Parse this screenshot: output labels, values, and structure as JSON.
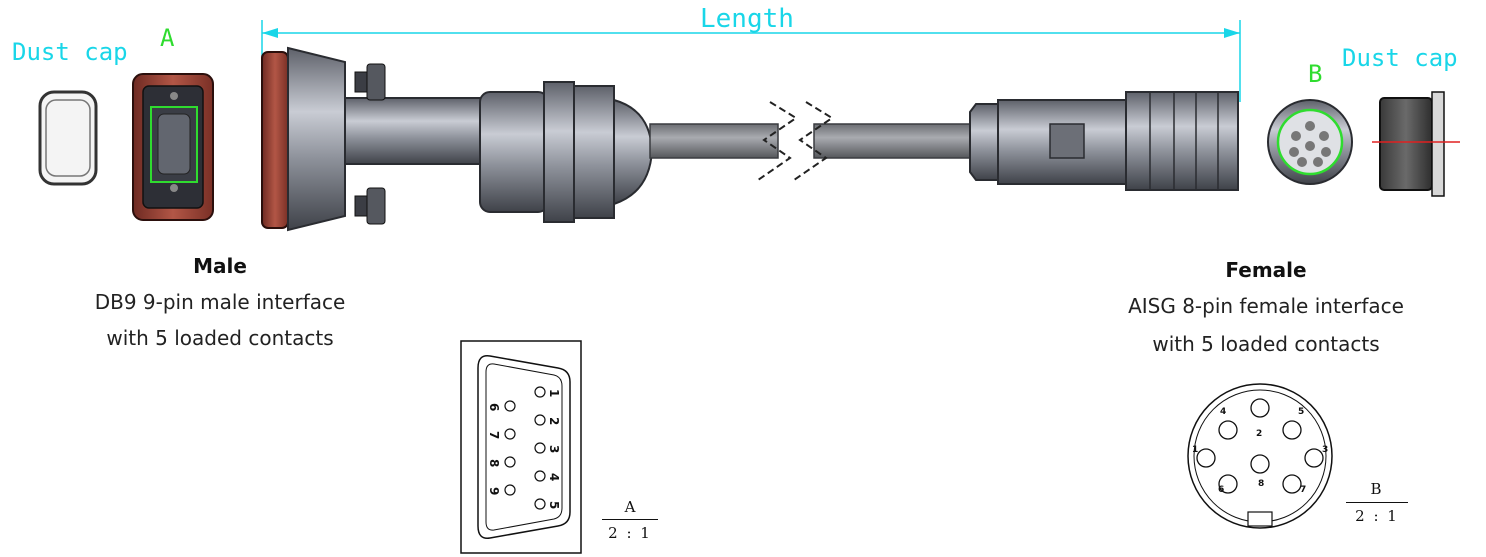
{
  "labels": {
    "length": "Length",
    "dust_cap_left": "Dust cap",
    "dust_cap_right": "Dust cap",
    "end_a": "A",
    "end_b": "B"
  },
  "male": {
    "title": "Male",
    "line1": "DB9 9-pin male interface",
    "line2": "with 5 loaded contacts"
  },
  "female": {
    "title": "Female",
    "line1": "AISG 8-pin female interface",
    "line2": "with 5 loaded contacts"
  },
  "db9_drawing": {
    "view": "A",
    "scale": "2 : 1",
    "top_pins": [
      "1",
      "2",
      "3",
      "4",
      "5"
    ],
    "bottom_pins": [
      "6",
      "7",
      "8",
      "9"
    ]
  },
  "aisg_drawing": {
    "view": "B",
    "scale": "2 : 1",
    "pins": [
      "1",
      "2",
      "3",
      "4",
      "5",
      "6",
      "7",
      "8"
    ]
  },
  "colors": {
    "dimension": "#19d6e8",
    "end_letter": "#2fdc2f",
    "boot": "#a24a3c",
    "shell": "#8a8c96"
  }
}
